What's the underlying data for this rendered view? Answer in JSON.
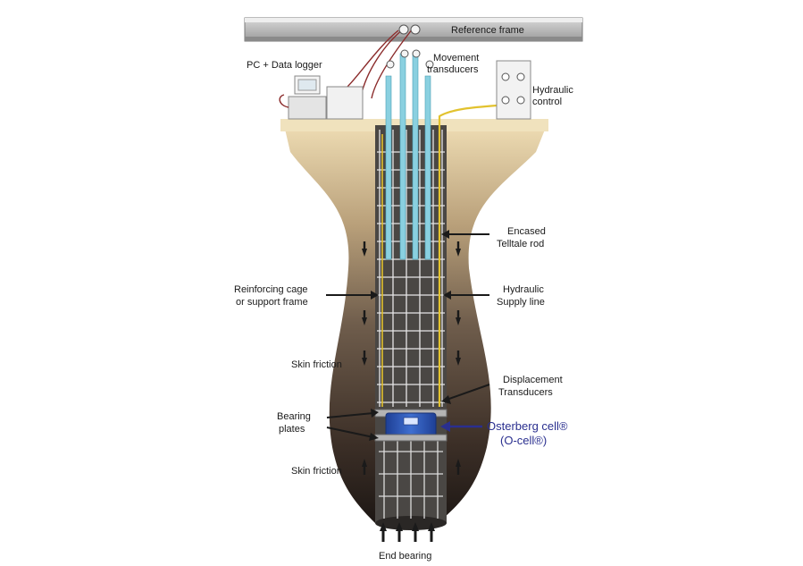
{
  "labels": {
    "reference_frame": "Reference frame",
    "pc_data_logger": "PC + Data logger",
    "movement_transducers": [
      "Movement",
      "transducers"
    ],
    "hydraulic_control": [
      "Hydraulic",
      "control"
    ],
    "encased_telltale_rod": [
      "Encased",
      "Telltale rod"
    ],
    "reinforcing_cage": [
      "Reinforcing cage",
      "or support frame"
    ],
    "hydraulic_supply_line": [
      "Hydraulic",
      "Supply line"
    ],
    "skin_friction_upper": "Skin friction",
    "displacement_transducers": [
      "Displacement",
      "Transducers"
    ],
    "bearing_plates": [
      "Bearing",
      "plates"
    ],
    "osterberg_cell": [
      "Osterberg cell®",
      "(O-cell®)"
    ],
    "skin_friction_lower": "Skin friction",
    "end_bearing": "End bearing"
  },
  "colors": {
    "soil_top": "#e6d3a8",
    "soil_mid": "#6b5a4a",
    "soil_deep": "#2f2520",
    "ocell_blue": "#2f56b3",
    "label_blue": "#2a2f8f"
  }
}
